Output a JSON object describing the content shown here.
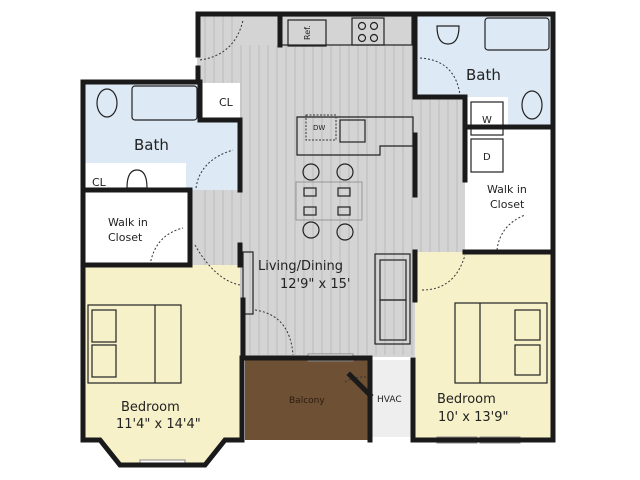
{
  "colors": {
    "living": "#d4d4d4",
    "bath": "#dde9f5",
    "tub": "#6fa6dc",
    "bedroom": "#f6f1c9",
    "closet": "#ffffff",
    "balcony": "#6e5034",
    "hvac": "#eeeeee",
    "wall": "#1a1a1a"
  },
  "rooms": {
    "living": {
      "name": "Living/Dining",
      "size": "12'9\" x 15'"
    },
    "bedroom_left": {
      "name": "Bedroom",
      "size": "11'4\" x 14'4\""
    },
    "bedroom_right": {
      "name": "Bedroom",
      "size": "10' x 13'9\""
    },
    "bath_left": {
      "name": "Bath"
    },
    "bath_right": {
      "name": "Bath"
    },
    "closet_left": {
      "line1": "Walk in",
      "line2": "Closet"
    },
    "closet_right": {
      "line1": "Walk in",
      "line2": "Closet"
    },
    "cl_upper": "CL",
    "cl_lower": "CL",
    "balcony": "Balcony",
    "hvac": "HVAC"
  },
  "fixtures": {
    "refrigerator": "Ref.",
    "dishwasher": "DW",
    "washer": "W",
    "dryer": "D"
  }
}
